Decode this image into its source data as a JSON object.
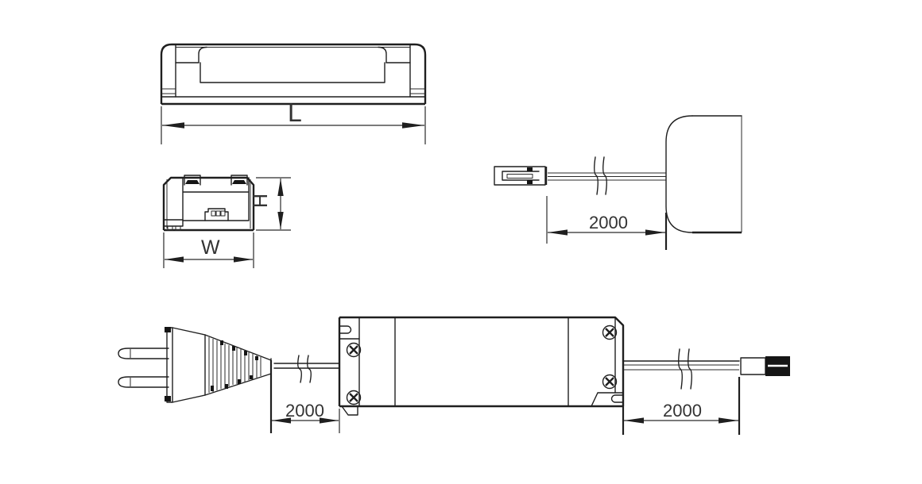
{
  "page": {
    "background": "#ffffff"
  },
  "drawing": {
    "line_color": "#1f1f1f",
    "text_color": "#333333",
    "connector_black": "#151515",
    "views": {
      "side": {
        "length_label": "L"
      },
      "end": {
        "height_label": "H",
        "width_label": "W"
      },
      "output_cable_detail": {
        "cable_length_label": "2000"
      },
      "assembly": {
        "input_cable_length_label": "2000",
        "output_cable_length_label": "2000"
      }
    }
  }
}
